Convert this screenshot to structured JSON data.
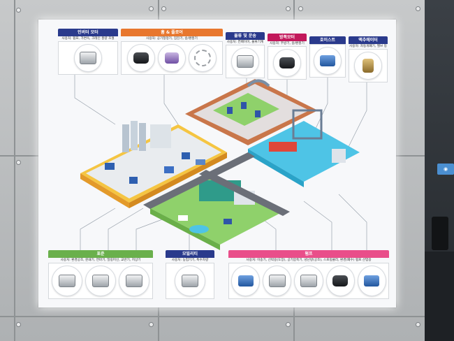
{
  "board": {
    "top_categories": [
      {
        "id": "inverter",
        "title": "인버터 모터",
        "desc": "사용처: 펌프, 가변속, 크레인 풍량 조절",
        "color": "#2a3a8c",
        "products": [
          "silver"
        ]
      },
      {
        "id": "home",
        "title": "홈 & 플로어",
        "desc": "사용처: 공기청정기, 집진기, 송/환풍기",
        "color": "#e8772e",
        "products": [
          "black",
          "purple",
          "fan"
        ]
      },
      {
        "id": "hvac",
        "title": "물류 및 운송",
        "desc": "사용처: 컨베이어, 물류기계",
        "color": "#2a3a8c",
        "products": [
          "silver"
        ]
      },
      {
        "id": "explosion",
        "title": "방폭모터",
        "desc": "사용처: 주방기, 송/환풍기",
        "color": "#c2185b",
        "products": [
          "black"
        ]
      },
      {
        "id": "hoist",
        "title": "호이스트",
        "desc": "",
        "color": "#2a3a8c",
        "products": [
          "blue"
        ]
      },
      {
        "id": "actuator",
        "title": "액추에이터",
        "desc": "사용처: 자동개폐기, 밸브 등",
        "color": "#2a3a8c",
        "products": [
          "gold"
        ]
      }
    ],
    "bottom_categories": [
      {
        "id": "standard",
        "title": "표준",
        "desc": "사용처: 환경공조, 분쇄기, 연마기, 밀링머신, 교반기, 저상기",
        "color": "#6ab04c",
        "products": [
          "silver",
          "silver",
          "silver"
        ]
      },
      {
        "id": "mobility",
        "title": "모빌리티",
        "desc": "사용처: 농업기기, 특수차량",
        "color": "#2a3a8c",
        "products": [
          "silver"
        ]
      },
      {
        "id": "pump",
        "title": "펌프",
        "desc": "사용처: 이송기, 선박용(도장), 공기압축기, 냉난방(공조), 스프링클러, 환경(폐수) 펌프 산업용",
        "color": "#e94e8a",
        "products": [
          "blue",
          "silver",
          "silver",
          "black",
          "blue"
        ]
      }
    ]
  }
}
